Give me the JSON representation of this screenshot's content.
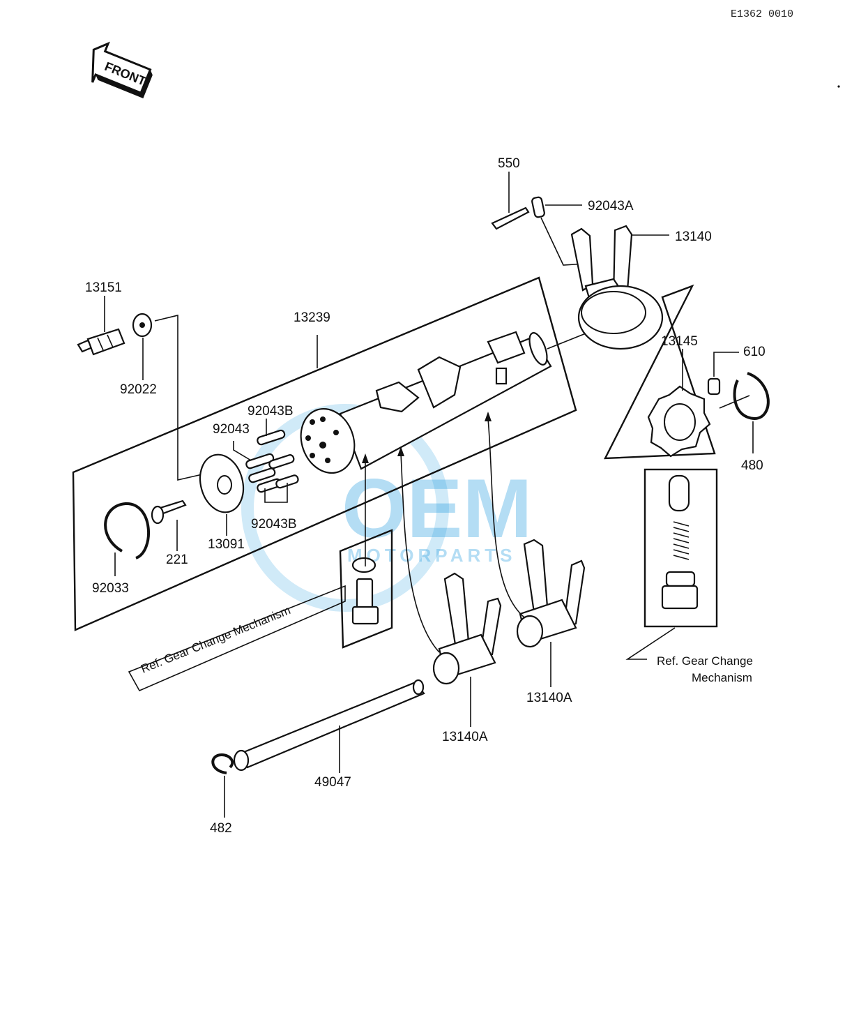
{
  "diagram_code": "E1362 0010",
  "front_arrow": "FRONT",
  "parts": {
    "p550": "550",
    "p92043A": "92043A",
    "p13140": "13140",
    "p13151": "13151",
    "p13239": "13239",
    "p92022": "92022",
    "p13145": "13145",
    "p610": "610",
    "p92043B_top": "92043B",
    "p92043": "92043",
    "p92043B_bottom": "92043B",
    "p480": "480",
    "p221": "221",
    "p13091": "13091",
    "p92033": "92033",
    "p13140A_right": "13140A",
    "p13140A_left": "13140A",
    "p49047": "49047",
    "p482": "482"
  },
  "refs": {
    "gear_change_left": "Ref. Gear Change  Mechanism",
    "gear_change_right_line1": "Ref. Gear Change",
    "gear_change_right_line2": "Mechanism"
  },
  "watermark": {
    "brand": "OEM",
    "sub": "MOTORPARTS"
  }
}
